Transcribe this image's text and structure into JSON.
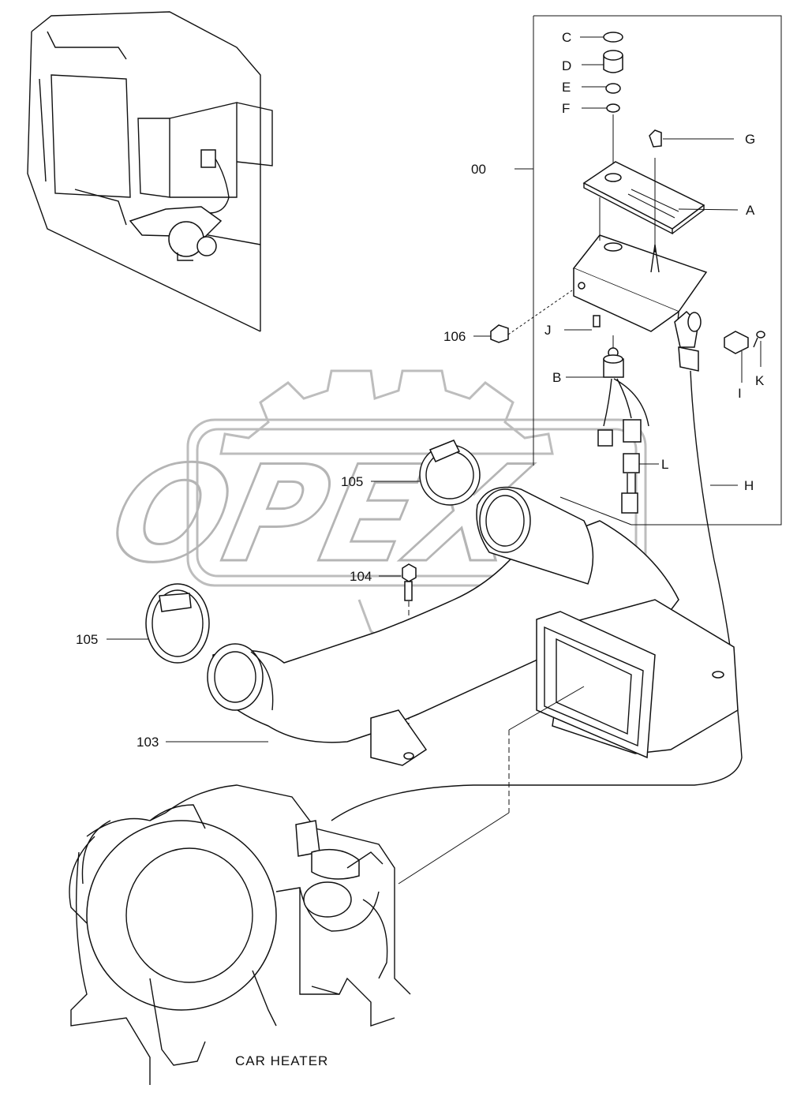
{
  "diagram": {
    "callouts": {
      "c00": "00",
      "cA": "A",
      "cB": "B",
      "cC": "C",
      "cD": "D",
      "cE": "E",
      "cF": "F",
      "cG": "G",
      "cH": "H",
      "cI": "I",
      "cJ": "J",
      "cK": "K",
      "cL": "L",
      "c103": "103",
      "c104": "104",
      "c105a": "105",
      "c105b": "105",
      "c106": "106"
    },
    "caption": "CAR HEATER",
    "watermark": "OPEX"
  }
}
